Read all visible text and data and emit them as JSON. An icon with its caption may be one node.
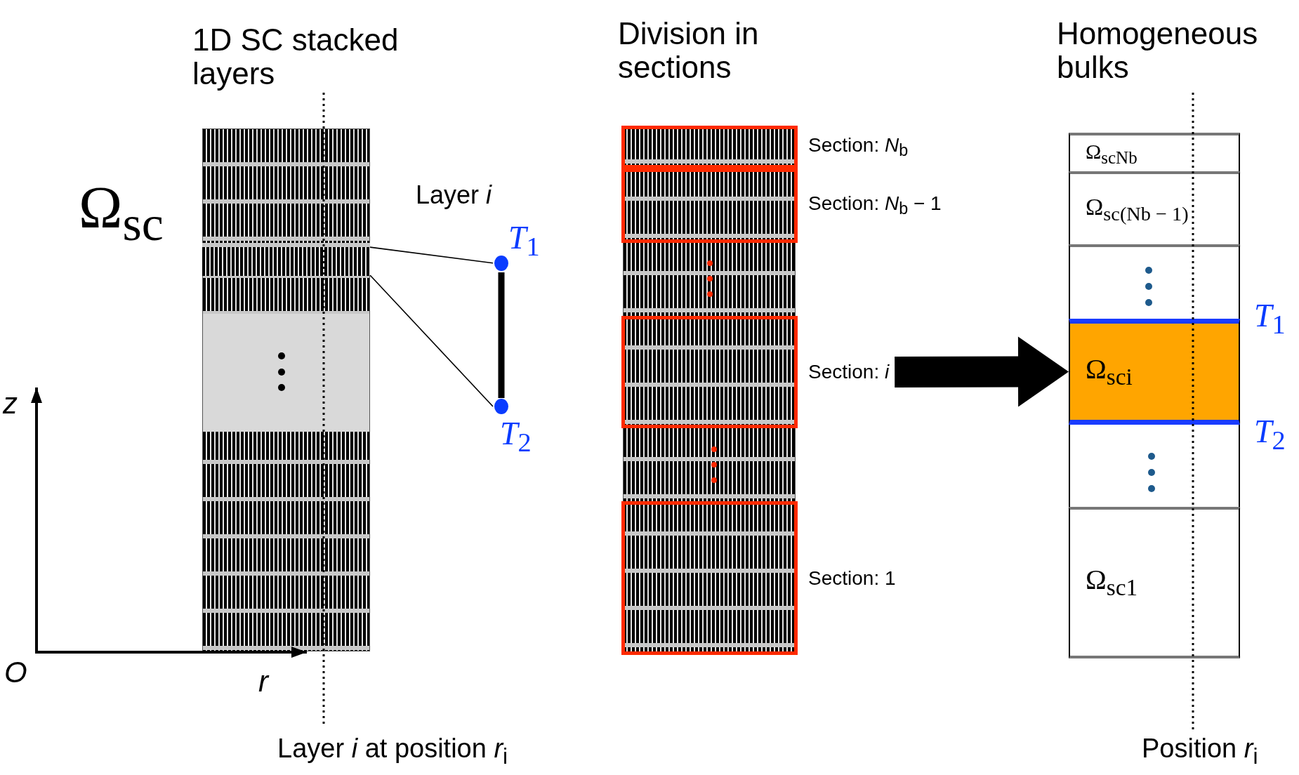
{
  "diagram": {
    "nodes": [
      {
        "text": [
          "1D SC stacked layers"
        ]
      },
      {
        "text": [],
        "shape": "bar",
        "in": 0
      },
      {
        "text": [
          "*T*$_{1}$"
        ]
      },
      {
        "text": [
          "*T*$_{2}$"
        ]
      },
      {
        "text": [
          "Division in sections"
        ]
      },
      {
        "text": [],
        "shape": "box",
        "in": 4,
        "beside": [
          "Section: *N*$_{b}$"
        ]
      },
      {
        "text": [],
        "shape": "box",
        "in": 4,
        "beside": [
          "Section: *N*$_{b}$ − 1"
        ]
      },
      {
        "text": [],
        "shape": "box",
        "in": 4,
        "beside": [
          "Section: *i*"
        ]
      },
      {
        "text": [],
        "shape": "box",
        "in": 4,
        "beside": [
          "Section: 1"
        ]
      },
      {
        "text": [
          "Homogeneous bulks"
        ]
      },
      {
        "text": [
          "Ω$_{scN}$$_{b}$"
        ],
        "in": 9
      },
      {
        "text": [
          "Ω$_{sc(N}$$_{b}$$_{ − 1)}$"
        ],
        "in": 9
      },
      {
        "text": [],
        "shape": "box",
        "in": 9
      },
      {
        "text": [
          "Ω$_{sci}$"
        ],
        "in": 9,
        "beside": [
          "*T*$_{1}$",
          "*T*$_{2}$"
        ]
      },
      {
        "text": [],
        "shape": "box",
        "in": 9
      },
      {
        "text": [
          "Ω$_{sc1}$"
        ],
        "in": 9
      }
    ],
    "edges": [
      {
        "from": 1,
        "to": 2,
        "arrow": "none"
      },
      {
        "from": 1,
        "to": 3,
        "arrow": "none"
      },
      {
        "from": 2,
        "to": 3,
        "arrow": "none",
        "style": "thick"
      },
      {
        "from": 7,
        "to": 13,
        "arrow": "to",
        "style": "thick"
      }
    ],
    "labels": [
      "Ω$_{sc}$",
      "Layer *i*",
      "*z*",
      "*O*",
      "*r*",
      "Layer *i* at position *r*$_{i}$",
      "Position *r*$_{i}$"
    ]
  }
}
